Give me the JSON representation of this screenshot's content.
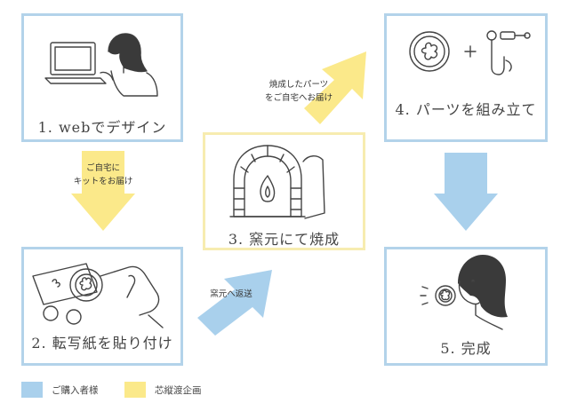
{
  "steps": [
    {
      "label": "1. webでデザイン"
    },
    {
      "label": "2. 転写紙を貼り付け"
    },
    {
      "label": "3. 窯元にて焼成"
    },
    {
      "label": "4. パーツを組み立て"
    },
    {
      "label": "5. 完成"
    }
  ],
  "arrows": {
    "kit_line1": "ご自宅に",
    "kit_line2": "キットをお届け",
    "return_text": "窯元へ返送",
    "parts_line1": "焼成したパーツ",
    "parts_line2": "をご自宅へお届け"
  },
  "legend": [
    {
      "label": "ご購入者様",
      "color": "#a9d0ec"
    },
    {
      "label": "芯縦渡企画",
      "color": "#fbe98a"
    }
  ],
  "colors": {
    "blue_arrow": "#a9d0ec",
    "yellow_arrow": "#fbe98a",
    "blue_border": "#b3d3ea",
    "yellow_border": "#f7ecb0"
  },
  "icons": {
    "step1": "person-with-laptop-icon",
    "step2": "hand-stamp-transfer-icon",
    "step3": "kiln-with-fire-icon",
    "step4": "button-plus-earring-clip-icon",
    "step5": "person-with-earring-icon"
  }
}
